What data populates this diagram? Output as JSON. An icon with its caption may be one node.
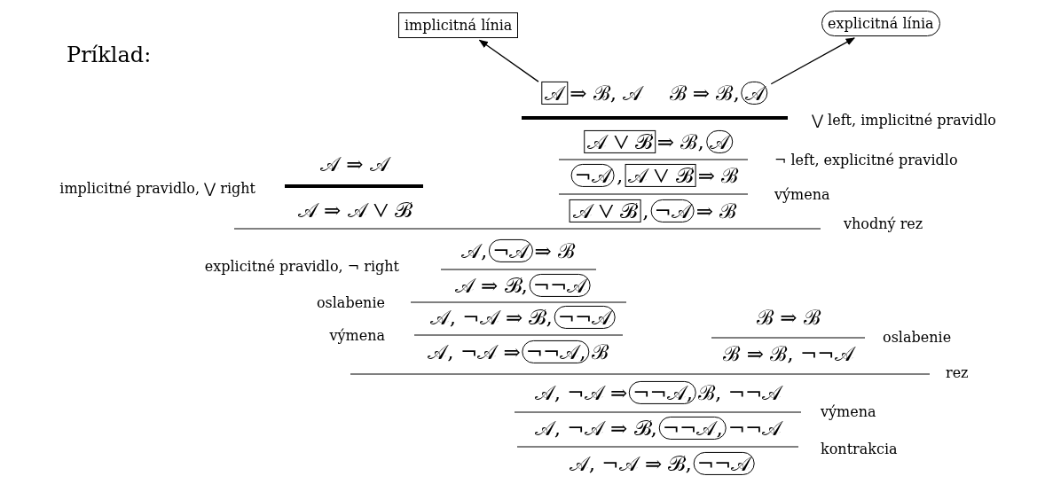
{
  "diagram": {
    "nodes": [
      {
        "text": [
          "implicitná línia"
        ]
      },
      {
        "text": [
          "explicitná línia"
        ]
      },
      {
        "text": [
          "𝒜"
        ]
      },
      {
        "text": [
          "𝒜"
        ]
      },
      {
        "text": [
          "𝒜 ⋁ ℬ"
        ]
      },
      {
        "text": [
          "𝒜"
        ]
      },
      {
        "text": [
          "¬𝒜"
        ]
      },
      {
        "text": [
          "𝒜 ⋁ ℬ"
        ]
      },
      {
        "text": [
          "𝒜 ⋁ ℬ"
        ]
      },
      {
        "text": [
          "¬𝒜"
        ]
      },
      {
        "text": [
          "¬𝒜"
        ]
      },
      {
        "text": [
          "¬¬𝒜"
        ]
      },
      {
        "text": [
          "¬¬𝒜"
        ]
      },
      {
        "text": [
          "¬¬𝒜,"
        ]
      },
      {
        "text": [
          "¬¬𝒜,"
        ]
      },
      {
        "text": [
          "¬¬𝒜,"
        ]
      },
      {
        "text": [
          "¬¬𝒜"
        ]
      }
    ],
    "edges": [
      {
        "from": 2,
        "to": 0,
        "arrow": "to"
      },
      {
        "from": 3,
        "to": 1,
        "arrow": "to"
      }
    ],
    "labels": [
      "Príklad:",
      "⇒ ℬ, 𝒜",
      "ℬ ⇒ ℬ,",
      "⋁ left, implicitné pravidlo",
      "⇒ ℬ,",
      "implicitné pravidlo, ⋁ right",
      "𝒜 ⇒ 𝒜",
      ",",
      "⇒ ℬ",
      "¬ left, explicitné pravidlo",
      "𝒜 ⇒ 𝒜 ⋁ ℬ",
      "výmena",
      ",",
      "⇒ ℬ",
      "vhodný rez",
      "𝒜,",
      "⇒ ℬ",
      "explicitné pravidlo, ¬ right",
      "𝒜 ⇒ ℬ,",
      "oslabenie",
      "𝒜, ¬𝒜 ⇒ ℬ,",
      "výmena",
      "ℬ ⇒ ℬ",
      "𝒜, ¬𝒜 ⇒",
      "ℬ",
      "ℬ ⇒ ℬ, ¬¬𝒜",
      "oslabenie",
      "rez",
      "𝒜, ¬𝒜 ⇒",
      "ℬ, ¬¬𝒜",
      "výmena",
      "𝒜, ¬𝒜 ⇒ ℬ,",
      "¬¬𝒜",
      "kontrakcia",
      "𝒜, ¬𝒜 ⇒ ℬ,"
    ]
  }
}
